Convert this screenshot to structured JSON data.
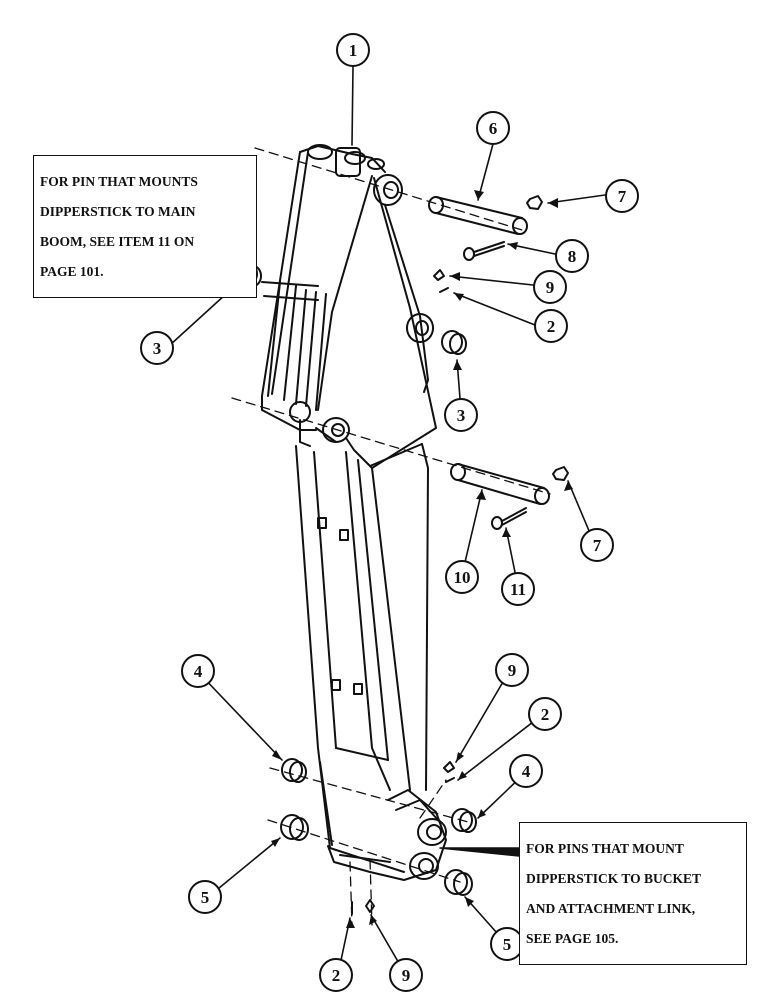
{
  "notes": {
    "top": [
      "FOR PIN THAT MOUNTS",
      "DIPPERSTICK  TO MAIN",
      "BOOM, SEE ITEM 11 ON",
      "PAGE 101."
    ],
    "bottom": [
      "FOR PINS THAT MOUNT",
      "DIPPERSTICK TO BUCKET",
      "AND ATTACHMENT LINK,",
      "SEE PAGE 105."
    ]
  },
  "callouts": [
    {
      "id": "c1",
      "label": "1"
    },
    {
      "id": "c6",
      "label": "6"
    },
    {
      "id": "c7a",
      "label": "7"
    },
    {
      "id": "c8",
      "label": "8"
    },
    {
      "id": "c9a",
      "label": "9"
    },
    {
      "id": "c2a",
      "label": "2"
    },
    {
      "id": "c3a",
      "label": "3"
    },
    {
      "id": "c3b",
      "label": "3"
    },
    {
      "id": "c7b",
      "label": "7"
    },
    {
      "id": "c10",
      "label": "10"
    },
    {
      "id": "c11",
      "label": "11"
    },
    {
      "id": "c4a",
      "label": "4"
    },
    {
      "id": "c9b",
      "label": "9"
    },
    {
      "id": "c2b",
      "label": "2"
    },
    {
      "id": "c4b",
      "label": "4"
    },
    {
      "id": "c5a",
      "label": "5"
    },
    {
      "id": "c5b",
      "label": "5"
    },
    {
      "id": "c2c",
      "label": "2"
    },
    {
      "id": "c9c",
      "label": "9"
    }
  ]
}
